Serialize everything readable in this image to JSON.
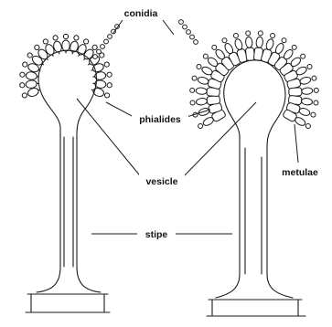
{
  "diagram": {
    "labels": {
      "conidia": "conidia",
      "phialides": "phialides",
      "vesicle": "vesicle",
      "metulae": "metulae",
      "stipe": "stipe"
    },
    "colors": {
      "ink": "#1a1a1a",
      "background": "#ffffff"
    },
    "structures": [
      {
        "name": "uniseriate-conidiophore",
        "parts": [
          "conidia",
          "phialides",
          "vesicle",
          "stipe"
        ]
      },
      {
        "name": "biseriate-conidiophore",
        "parts": [
          "conidia",
          "phialides",
          "metulae",
          "vesicle",
          "stipe"
        ]
      }
    ]
  }
}
